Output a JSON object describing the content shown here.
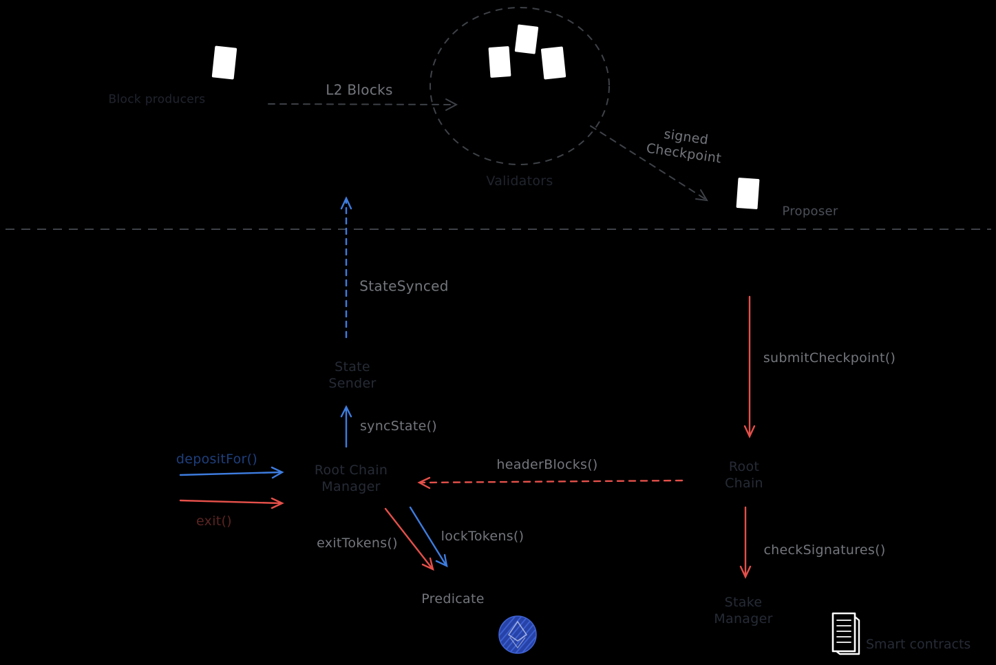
{
  "colors": {
    "background": "#000000",
    "blue_accent": "#3e7de0",
    "red_accent": "#e5504a",
    "gray_label": "#73767c",
    "dark_label": "#262b36",
    "dashed_stroke": "#3e4248",
    "block_white": "#ffffff",
    "ethereum_logo_blue": "#2e4fc0"
  },
  "nodes": {
    "block_producers": {
      "label": "Block producers"
    },
    "validators": {
      "label": "Validators"
    },
    "proposer": {
      "label": "Proposer"
    },
    "state_sender": {
      "line1": "State",
      "line2": "Sender"
    },
    "root_chain_manager": {
      "line1": "Root Chain",
      "line2": "Manager"
    },
    "root_chain": {
      "line1": "Root",
      "line2": "Chain"
    },
    "stake_manager": {
      "line1": "Stake",
      "line2": "Manager"
    },
    "predicate": {
      "label": "Predicate"
    }
  },
  "edges": {
    "l2_blocks": {
      "label": "L2 Blocks"
    },
    "signed_checkpoint": {
      "line1": "signed",
      "line2": "Checkpoint"
    },
    "state_synced": {
      "label": "StateSynced"
    },
    "sync_state": {
      "label": "syncState()"
    },
    "deposit_for": {
      "label": "depositFor()"
    },
    "exit": {
      "label": "exit()"
    },
    "header_blocks": {
      "label": "headerBlocks()"
    },
    "submit_checkpoint": {
      "label": "submitCheckpoint()"
    },
    "check_signatures": {
      "label": "checkSignatures()"
    },
    "exit_tokens": {
      "label": "exitTokens()"
    },
    "lock_tokens": {
      "label": "lockTokens()"
    }
  },
  "legend": {
    "contracts": {
      "label": "Smart contracts"
    }
  },
  "icons": {
    "block_producer": "white-block-icon",
    "validator_blocks": "three-white-blocks-icon",
    "proposer_block": "white-block-icon",
    "ethereum": "ethereum-logo-icon",
    "contracts_book": "book-icon"
  }
}
